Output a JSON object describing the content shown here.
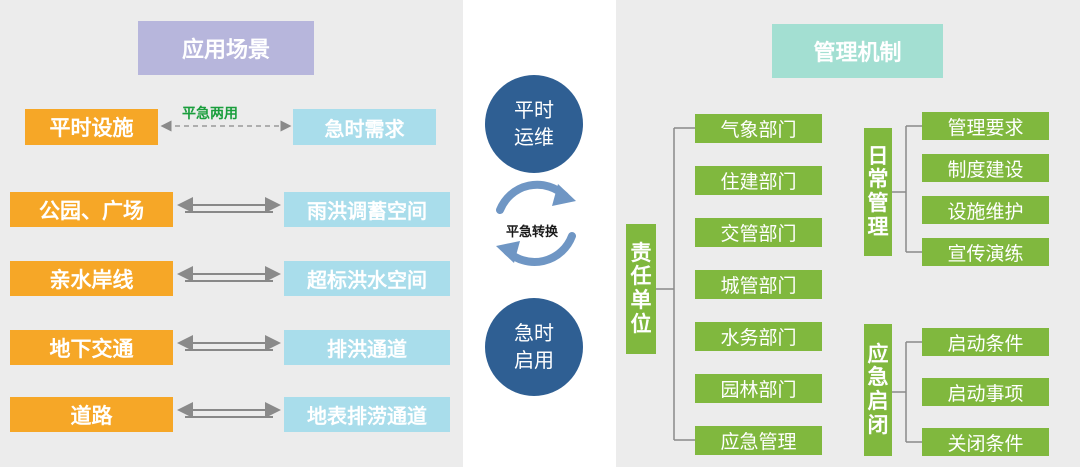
{
  "left": {
    "title": "应用场景",
    "annotation": "平急两用",
    "top_pair": {
      "left": "平时设施",
      "right": "急时需求"
    },
    "rows": [
      {
        "left": "公园、广场",
        "right": "雨洪调蓄空间"
      },
      {
        "left": "亲水岸线",
        "right": "超标洪水空间"
      },
      {
        "left": "地下交通",
        "right": "排洪通道"
      },
      {
        "left": "道路",
        "right": "地表排涝通道"
      }
    ]
  },
  "middle": {
    "top_circle": "平时\n运维",
    "cycle_label": "平急转换",
    "bottom_circle": "急时\n启用"
  },
  "right": {
    "title": "管理机制",
    "responsible": {
      "label": [
        "责",
        "任",
        "单",
        "位"
      ],
      "items": [
        "气象部门",
        "住建部门",
        "交管部门",
        "城管部门",
        "水务部门",
        "园林部门",
        "应急管理"
      ]
    },
    "daily": {
      "label": [
        "日",
        "常",
        "管",
        "理"
      ],
      "items": [
        "管理要求",
        "制度建设",
        "设施维护",
        "宣传演练"
      ]
    },
    "emergency": {
      "label": [
        "应",
        "急",
        "启",
        "闭"
      ],
      "items": [
        "启动条件",
        "启动事项",
        "关闭条件"
      ]
    }
  },
  "colors": {
    "orange": "#f6a727",
    "light_blue": "#a9ddeb",
    "green": "#80b83e",
    "navy": "#2f5f93",
    "purple": "#b7b6dc",
    "teal": "#a3dfd2",
    "panel": "#ececec"
  }
}
